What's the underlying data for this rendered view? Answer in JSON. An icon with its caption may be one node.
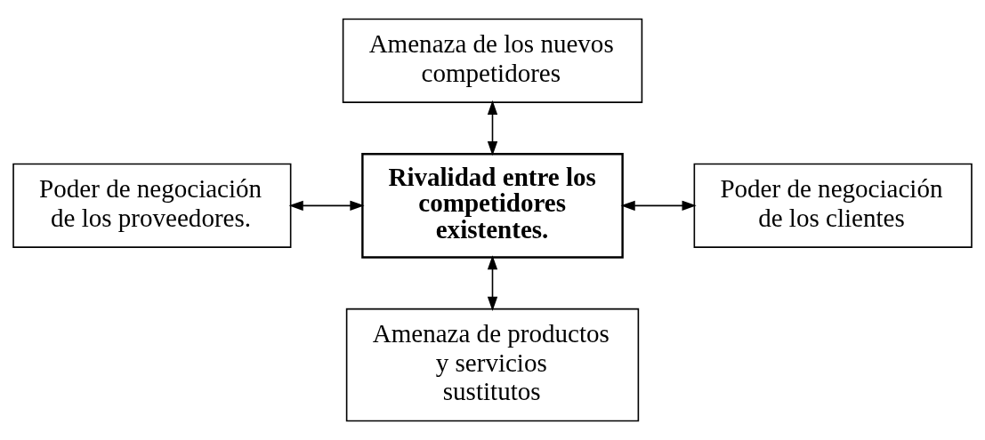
{
  "diagram": {
    "nodes": [
      {
        "text": [
          "Amenaza de los nuevos competidores"
        ]
      },
      {
        "text": [
          "Poder de negociación de los proveedores."
        ]
      },
      {
        "text": [
          "Rivalidad entre los competidores existentes."
        ]
      },
      {
        "text": [
          "Poder de negociación de los clientes"
        ]
      },
      {
        "text": [
          "Amenaza de productos y servicios sustitutos"
        ]
      }
    ],
    "edges": [
      {
        "from": 0,
        "to": 2,
        "arrow": "both"
      },
      {
        "from": 1,
        "to": 2,
        "arrow": "both"
      },
      {
        "from": 2,
        "to": 3,
        "arrow": "both"
      },
      {
        "from": 2,
        "to": 4,
        "arrow": "both"
      }
    ]
  }
}
